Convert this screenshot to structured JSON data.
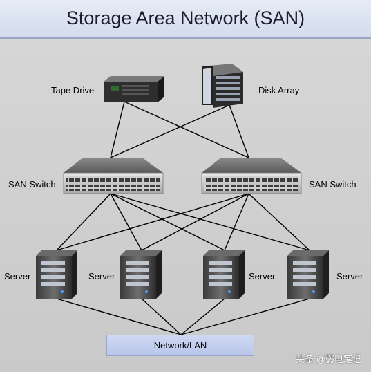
{
  "title": "Storage Area Network (SAN)",
  "labels": {
    "tape_drive": "Tape Drive",
    "disk_array": "Disk Array",
    "san_switch_left": "SAN Switch",
    "san_switch_right": "SAN Switch",
    "server_1": "Server",
    "server_2": "Server",
    "server_3": "Server",
    "server_4": "Server",
    "network_lan": "Network/LAN"
  },
  "watermark": "头条 @弱电笔记"
}
